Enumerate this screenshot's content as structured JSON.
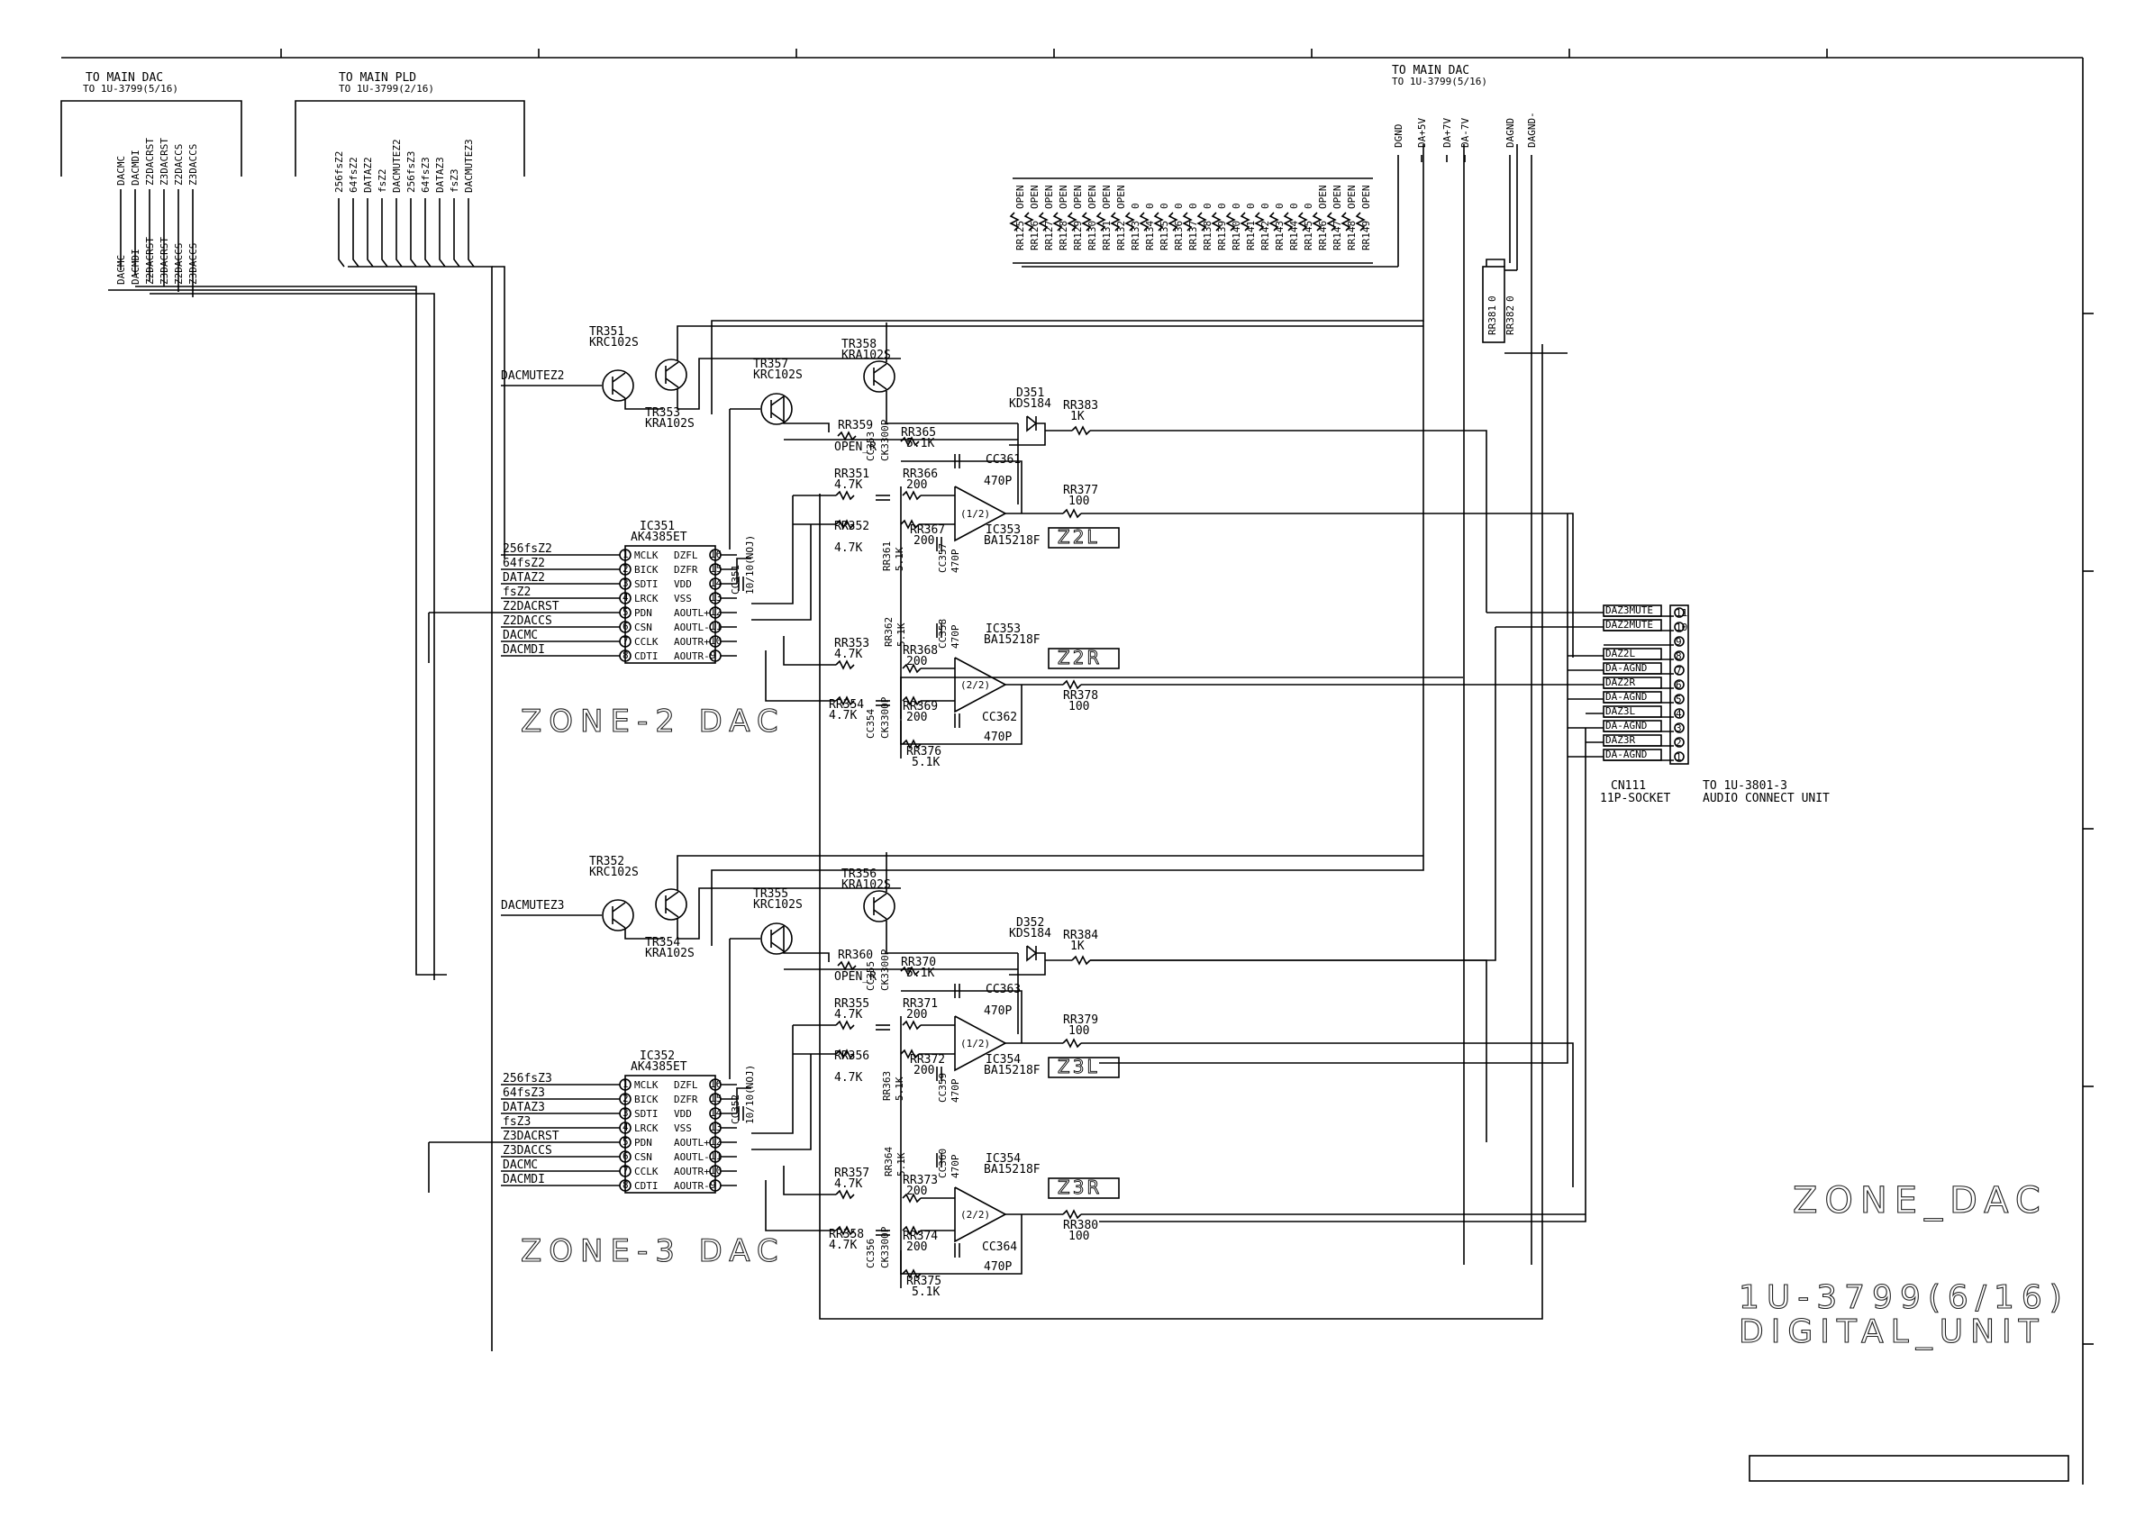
{
  "top_labels": {
    "main_dac_left": {
      "title": "TO MAIN DAC",
      "sub": "TO 1U-3799(5/16)"
    },
    "main_pld": {
      "title": "TO MAIN PLD",
      "sub": "TO 1U-3799(2/16)"
    },
    "main_dac_right": {
      "title": "TO MAIN DAC",
      "sub": "TO 1U-3799(5/16)"
    }
  },
  "dac_bus_signals": [
    "DACMC",
    "DACMDI",
    "Z2DACRST",
    "Z3DACRST",
    "Z2DACCS",
    "Z3DACCS"
  ],
  "pld_bus_signals": [
    "256fsZ2",
    "64fsZ2",
    "DATAZ2",
    "fsZ2",
    "DACMUTEZ2",
    "256fsZ3",
    "64fsZ3",
    "DATAZ3",
    "fsZ3",
    "DACMUTEZ3"
  ],
  "power_rails": [
    "DGND",
    "DA+5V",
    "DA+7V",
    "DA-7V",
    "DAGND",
    "DAGND-"
  ],
  "resistor_bank": {
    "refs": [
      "RR125",
      "RR126",
      "RR127",
      "RR128",
      "RR129",
      "RR130",
      "RR131",
      "RR132",
      "RR133",
      "RR134",
      "RR135",
      "RR136",
      "RR137",
      "RR138",
      "RR139",
      "RR140",
      "RR141",
      "RR142",
      "RR143",
      "RR144",
      "RR145",
      "RR146",
      "RR147",
      "RR148",
      "RR149"
    ],
    "values": [
      "OPEN",
      "OPEN",
      "OPEN",
      "OPEN",
      "OPEN",
      "OPEN",
      "OPEN",
      "OPEN",
      "0",
      "0",
      "0",
      "0",
      "0",
      "0",
      "0",
      "0",
      "0",
      "0",
      "0",
      "0",
      "0",
      "OPEN",
      "OPEN",
      "OPEN",
      "OPEN"
    ]
  },
  "rr381": {
    "ref1": "RR381",
    "ref2": "RR382",
    "val1": "0",
    "val2": "0"
  },
  "zone2": {
    "title": "ZONE-2 DAC",
    "mute_signal": "DACMUTEZ2",
    "tr_a": {
      "ref": "TR351",
      "part": "KRC102S"
    },
    "tr_b": {
      "ref": "TR353",
      "part": "KRA102S"
    },
    "tr_c": {
      "ref": "TR357",
      "part": "KRC102S"
    },
    "tr_d": {
      "ref": "TR358",
      "part": "KRA102S"
    },
    "diode": {
      "ref": "D351",
      "part": "KDS184"
    },
    "rr_diode": {
      "ref": "RR383",
      "val": "1K"
    },
    "rr_open": {
      "ref": "RR359",
      "val": "OPEN_R"
    },
    "rr_51k_top": {
      "ref": "RR365",
      "val": "5.1K"
    },
    "ic": {
      "ref": "IC351",
      "part": "AK4385ET"
    },
    "ic_left_pins": [
      "MCLK",
      "BICK",
      "SDTI",
      "LRCK",
      "PDN",
      "CSN",
      "CCLK",
      "CDTI"
    ],
    "ic_left_nums": [
      "1",
      "2",
      "3",
      "4",
      "5",
      "6",
      "7",
      "8"
    ],
    "ic_right_pins": [
      "DZFL",
      "DZFR",
      "VDD",
      "VSS",
      "AOUTL+",
      "AOUTL-",
      "AOUTR+",
      "AOUTR-"
    ],
    "ic_right_nums": [
      "16",
      "15",
      "14",
      "13",
      "12",
      "11",
      "10",
      "9"
    ],
    "inputs": [
      "256fsZ2",
      "64fsZ2",
      "DATAZ2",
      "fsZ2",
      "Z2DACRST",
      "Z2DACCS",
      "DACMC",
      "DACMDI"
    ],
    "cap_dec": {
      "ref": "CC351",
      "val": "10/10(NOJ)"
    },
    "opamp_ref": "IC353",
    "opamp_part": "BA15218F",
    "opamp_half_l": "(1/2)",
    "opamp_half_r": "(2/2)",
    "box_l": "Z2L",
    "box_r": "Z2R",
    "l_parts": [
      {
        "ref": "RR351",
        "val": "4.7K"
      },
      {
        "ref": "RR352",
        "val": "4.7K"
      },
      {
        "ref": "RR366",
        "val": "200"
      },
      {
        "ref": "RR367",
        "val": "200"
      },
      {
        "ref": "CC353",
        "val": "CK3300P"
      },
      {
        "ref": "CC357",
        "val": "470P"
      },
      {
        "ref": "CC361",
        "val": "470P"
      },
      {
        "ref": "RR361",
        "val": "5.1K"
      },
      {
        "ref": "RR377",
        "val": "100"
      }
    ],
    "r_parts": [
      {
        "ref": "RR353",
        "val": "4.7K"
      },
      {
        "ref": "RR354",
        "val": "4.7K"
      },
      {
        "ref": "RR368",
        "val": "200"
      },
      {
        "ref": "RR369",
        "val": "200"
      },
      {
        "ref": "CC354",
        "val": "CK3300P"
      },
      {
        "ref": "CC358",
        "val": "470P"
      },
      {
        "ref": "CC362",
        "val": "470P"
      },
      {
        "ref": "RR362",
        "val": "5.1K"
      },
      {
        "ref": "RR376",
        "val": "5.1K"
      },
      {
        "ref": "RR378",
        "val": "100"
      }
    ]
  },
  "zone3": {
    "title": "ZONE-3 DAC",
    "mute_signal": "DACMUTEZ3",
    "tr_a": {
      "ref": "TR352",
      "part": "KRC102S"
    },
    "tr_b": {
      "ref": "TR354",
      "part": "KRA102S"
    },
    "tr_c": {
      "ref": "TR355",
      "part": "KRC102S"
    },
    "tr_d": {
      "ref": "TR356",
      "part": "KRA102S"
    },
    "diode": {
      "ref": "D352",
      "part": "KDS184"
    },
    "rr_diode": {
      "ref": "RR384",
      "val": "1K"
    },
    "rr_open": {
      "ref": "RR360",
      "val": "OPEN_R"
    },
    "rr_51k_top": {
      "ref": "RR370",
      "val": "5.1K"
    },
    "ic": {
      "ref": "IC352",
      "part": "AK4385ET"
    },
    "ic_left_pins": [
      "MCLK",
      "BICK",
      "SDTI",
      "LRCK",
      "PDN",
      "CSN",
      "CCLK",
      "CDTI"
    ],
    "ic_left_nums": [
      "1",
      "2",
      "3",
      "4",
      "5",
      "6",
      "7",
      "8"
    ],
    "ic_right_pins": [
      "DZFL",
      "DZFR",
      "VDD",
      "VSS",
      "AOUTL+",
      "AOUTL-",
      "AOUTR+",
      "AOUTR-"
    ],
    "ic_right_nums": [
      "16",
      "15",
      "14",
      "13",
      "12",
      "11",
      "10",
      "9"
    ],
    "inputs": [
      "256fsZ3",
      "64fsZ3",
      "DATAZ3",
      "fsZ3",
      "Z3DACRST",
      "Z3DACCS",
      "DACMC",
      "DACMDI"
    ],
    "cap_dec": {
      "ref": "CC352",
      "val": "10/10(NOJ)"
    },
    "opamp_ref": "IC354",
    "opamp_part": "BA15218F",
    "opamp_half_l": "(1/2)",
    "opamp_half_r": "(2/2)",
    "box_l": "Z3L",
    "box_r": "Z3R",
    "l_parts": [
      {
        "ref": "RR355",
        "val": "4.7K"
      },
      {
        "ref": "RR356",
        "val": "4.7K"
      },
      {
        "ref": "RR371",
        "val": "200"
      },
      {
        "ref": "RR372",
        "val": "200"
      },
      {
        "ref": "CC355",
        "val": "CK3300P"
      },
      {
        "ref": "CC359",
        "val": "470P"
      },
      {
        "ref": "CC363",
        "val": "470P"
      },
      {
        "ref": "RR363",
        "val": "5.1K"
      },
      {
        "ref": "RR379",
        "val": "100"
      }
    ],
    "r_parts": [
      {
        "ref": "RR357",
        "val": "4.7K"
      },
      {
        "ref": "RR358",
        "val": "4.7K"
      },
      {
        "ref": "RR373",
        "val": "200"
      },
      {
        "ref": "RR374",
        "val": "200"
      },
      {
        "ref": "CC356",
        "val": "CK3300P"
      },
      {
        "ref": "CC360",
        "val": "470P"
      },
      {
        "ref": "CC364",
        "val": "470P"
      },
      {
        "ref": "RR364",
        "val": "5.1K"
      },
      {
        "ref": "RR375",
        "val": "5.1K"
      },
      {
        "ref": "RR380",
        "val": "100"
      }
    ]
  },
  "connector": {
    "ref": "CN111",
    "type": "11P-SOCKET",
    "dest": "TO 1U-3801-3",
    "dest_sub": "AUDIO CONNECT UNIT",
    "pins": [
      "DAZ3MUTE",
      "DAZ2MUTE",
      "",
      "DAZ2L",
      "DA-AGND",
      "DAZ2R",
      "DA-AGND",
      "DAZ3L",
      "DA-AGND",
      "DAZ3R",
      "DA-AGND"
    ],
    "pin_numbers": [
      "11",
      "10",
      "9",
      "8",
      "7",
      "6",
      "5",
      "4",
      "3",
      "2",
      "1"
    ]
  },
  "title_block": {
    "title": "ZONE_DAC",
    "doc": "1U-3799(6/16)",
    "unit": "DIGITAL_UNIT"
  }
}
